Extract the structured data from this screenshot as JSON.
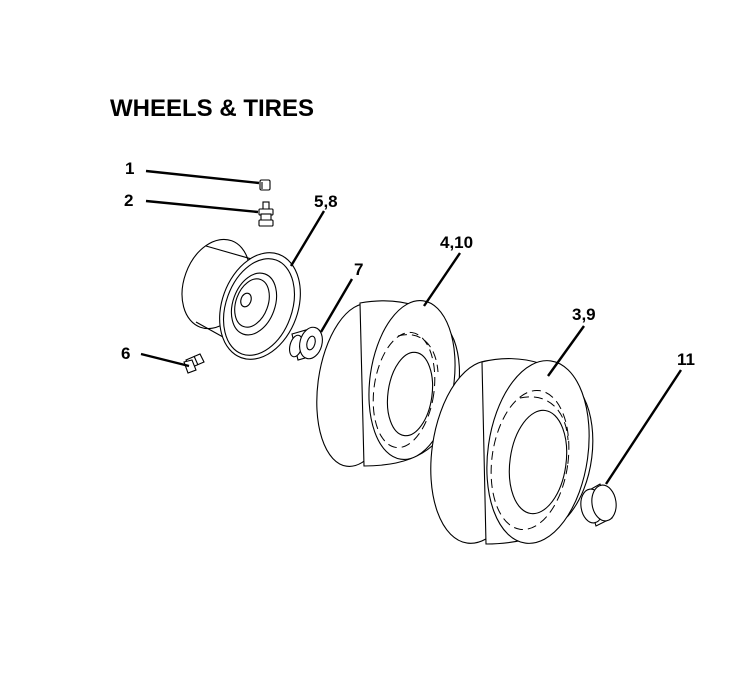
{
  "title": "WHEELS & TIRES",
  "callouts": {
    "c1": "1",
    "c2": "2",
    "c58": "5,8",
    "c7": "7",
    "c410": "4,10",
    "c39": "3,9",
    "c6": "6",
    "c11": "11"
  }
}
